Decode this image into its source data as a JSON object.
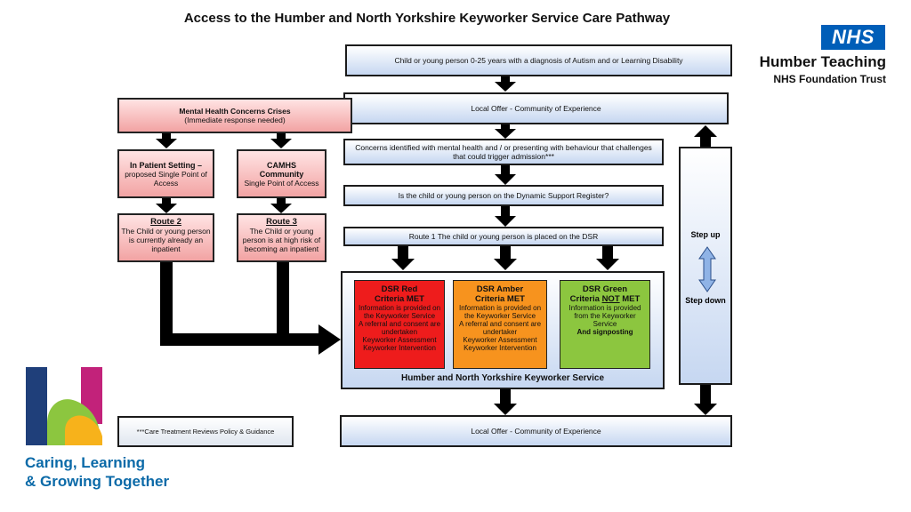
{
  "title": "Access to the Humber and North Yorkshire Keyworker Service Care Pathway",
  "nhs_logo": {
    "badge": "NHS",
    "org_line1": "Humber Teaching",
    "org_line2": "NHS Foundation Trust",
    "color": "#005eb8"
  },
  "main_flow": {
    "box1": "Child or young person 0-25 years with a diagnosis of Autism and or Learning Disability",
    "box2": "Local Offer - Community of Experience",
    "box3": "Concerns identified with mental health and / or presenting with behaviour that challenges that could trigger admission***",
    "box4": "Is the child or young person on the Dynamic Support Register?",
    "box5": "Route 1 The child or young person is placed on the DSR",
    "bottom": "Local Offer  - Community of Experience"
  },
  "left_flow": {
    "crisis_title": "Mental Health Concerns Crises",
    "crisis_sub": "(Immediate response needed)",
    "inpatient_title": "In Patient Setting –",
    "inpatient_sub": "proposed Single Point of Access",
    "camhs_title": "CAMHS",
    "camhs_line2": "Community",
    "camhs_sub": "Single Point of Access",
    "route2_title": "Route 2",
    "route2_text": "The Child or young person is currently already an inpatient",
    "route3_title": "Route 3",
    "route3_text": "The Child or young person is at high risk of becoming an inpatient"
  },
  "keyworker_service": {
    "label": "Humber and North Yorkshire Keyworker Service",
    "red": {
      "title": "DSR Red",
      "title2": "Criteria MET",
      "text": "Information is provided on the Keyworker Service",
      "text2": "A referral and consent are undertaken",
      "text3": "Keyworker Assessment",
      "text4": "Keyworker Intervention",
      "color": "#ee1c1c"
    },
    "amber": {
      "title": "DSR Amber",
      "title2": "Criteria MET",
      "text": "Information is provided on the Keyworker Service",
      "text2": "A referral and consent are undertaker",
      "text3": "Keyworker Assessment",
      "text4": "Keyworker Intervention",
      "color": "#f7931e"
    },
    "green": {
      "title": "DSR Green",
      "title_pre": "Criteria ",
      "title_not": "NOT",
      "title_post": " MET",
      "text": "Information is provided from the Keyworker Service",
      "text2": "And signposting",
      "color": "#8cc63f"
    }
  },
  "step": {
    "up": "Step up",
    "down": "Step down"
  },
  "footnote": "***Care Treatment Reviews Policy & Guidance",
  "tagline": {
    "line1": "Caring, Learning",
    "line2": "& Growing Together",
    "color": "#0b6aa8"
  }
}
